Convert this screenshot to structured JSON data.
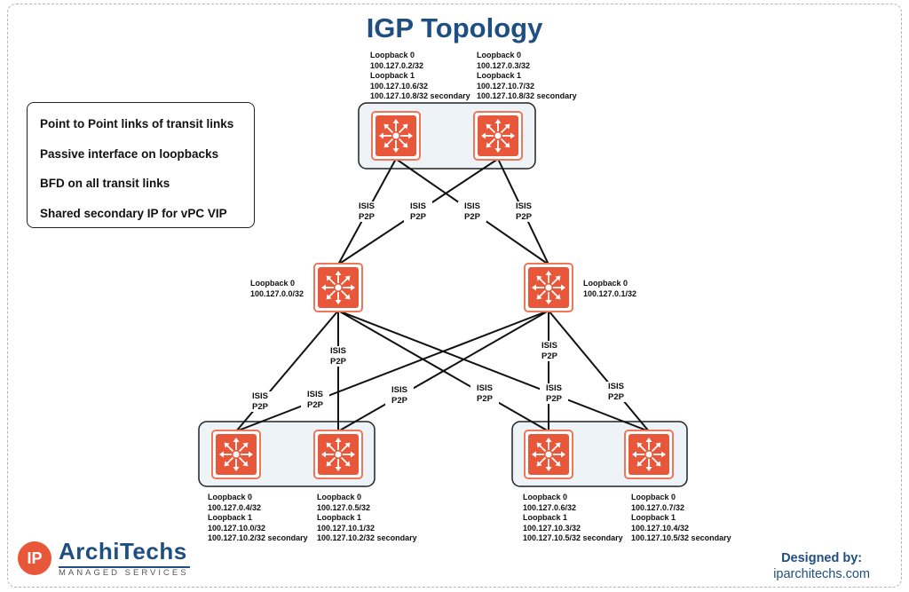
{
  "title": "IGP Topology",
  "notes": [
    "Point to Point links of transit links",
    "Passive interface on loopbacks",
    "BFD on all transit links",
    "Shared secondary IP for vPC VIP"
  ],
  "link_label": {
    "line1": "ISIS",
    "line2": "P2P"
  },
  "nodes": {
    "top_left": "Loopback 0\n100.127.0.2/32\nLoopback 1\n100.127.10.6/32\n100.127.10.8/32 secondary",
    "top_right": "Loopback 0\n100.127.0.3/32\nLoopback 1\n100.127.10.7/32\n100.127.10.8/32 secondary",
    "mid_left": "Loopback 0\n100.127.0.0/32",
    "mid_right": "Loopback 0\n100.127.0.1/32",
    "bottom_1": "Loopback 0\n100.127.0.4/32\nLoopback 1\n100.127.10.0/32\n100.127.10.2/32 secondary",
    "bottom_2": "Loopback 0\n100.127.0.5/32\nLoopback 1\n100.127.10.1/32\n100.127.10.2/32 secondary",
    "bottom_3": "Loopback 0\n100.127.0.6/32\nLoopback 1\n100.127.10.3/32\n100.127.10.5/32 secondary",
    "bottom_4": "Loopback 0\n100.127.0.7/32\nLoopback 1\n100.127.10.4/32\n100.127.10.5/32 secondary"
  },
  "footer": {
    "designed_by": "Designed by:",
    "website": "iparchitechs.com",
    "logo_badge": "IP",
    "logo_brand": "ArchiTechs",
    "logo_sub": "MANAGED SERVICES"
  },
  "colors": {
    "title": "#1f4f82",
    "router_fill": "#e8573a",
    "router_border": "#f0765a",
    "group_fill": "#eef3f8"
  },
  "icon": "router-switch-icon"
}
